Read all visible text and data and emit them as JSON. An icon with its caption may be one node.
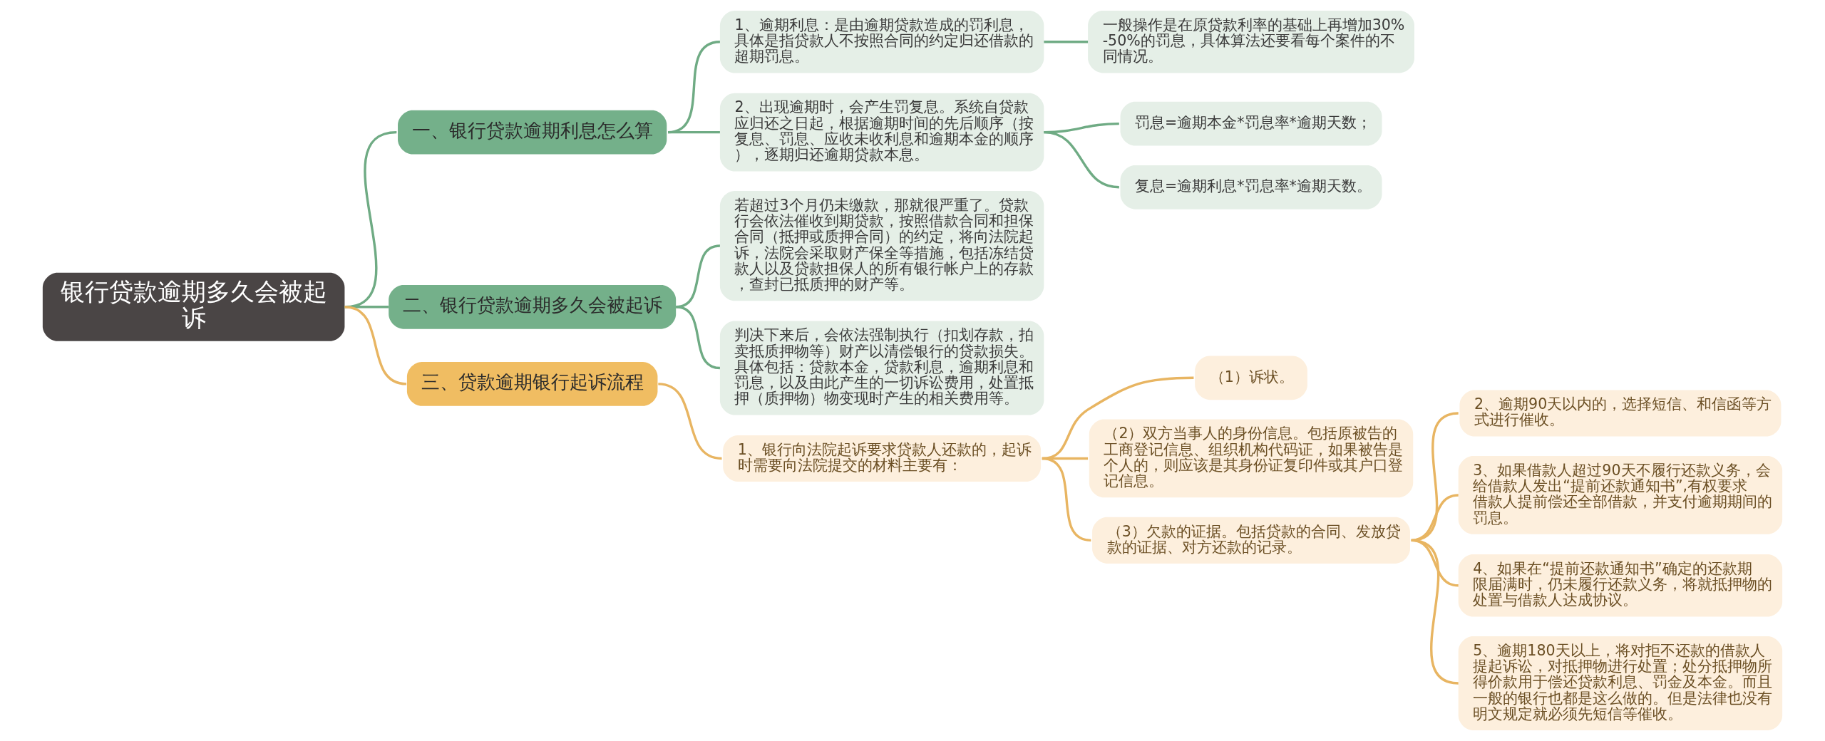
{
  "diagram": {
    "nodes": [
      {
        "text": [
          "银行贷款逾期多久会被起诉"
        ]
      },
      {
        "text": [
          "一、银行贷款逾期利息怎么算"
        ]
      },
      {
        "text": [
          "1、逾期利息：是由逾期贷款造成的罚利息，具体是指贷款人不按照合同的约定归还借款的超期罚息。"
        ]
      },
      {
        "text": [
          "一般操作是在原贷款利率的基础上再增加30%-50%的罚息，具体算法还要看每个案件的不同情况。"
        ]
      },
      {
        "text": [
          "2、出现逾期时，会产生罚复息。系统自贷款应归还之日起，根据逾期时间的先后顺序（按复息、罚息、应收未收利息和逾期本金的顺序），逐期归还逾期贷款本息。"
        ]
      },
      {
        "text": [
          "罚息=逾期本金*罚息率*逾期天数；"
        ]
      },
      {
        "text": [
          "复息=逾期利息*罚息率*逾期天数。"
        ]
      },
      {
        "text": [
          "二、银行贷款逾期多久会被起诉"
        ]
      },
      {
        "text": [
          "若超过3个月仍未缴款，那就很严重了。贷款行会依法催收到期贷款，按照借款合同和担保合同（抵押或质押合同）的约定，将向法院起诉，法院会采取财产保全等措施，包括冻结贷款人以及贷款担保人的所有银行帐户上的存款，查封已抵质押的财产等。"
        ]
      },
      {
        "text": [
          "判决下来后，会依法强制执行（扣划存款，拍卖抵质押物等）财产以清偿银行的贷款损失。具体包括：贷款本金，贷款利息，逾期利息和罚息，以及由此产生的一切诉讼费用，处置抵押（质押物）物变现时产生的相关费用等。"
        ]
      },
      {
        "text": [
          "三、贷款逾期银行起诉流程"
        ]
      },
      {
        "text": [
          "1、银行向法院起诉要求贷款人还款的，起诉时需要向法院提交的材料主要有："
        ]
      },
      {
        "text": [
          "（1）诉状。"
        ]
      },
      {
        "text": [
          "（2）双方当事人的身份信息。包括原被告的工商登记信息、组织机构代码证，如果被告是个人的，则应该是其身份证复印件或其户口登记信息。"
        ]
      },
      {
        "text": [
          "（3）欠款的证据。包括贷款的合同、发放贷款的证据、对方还款的记录。"
        ]
      },
      {
        "text": [
          "2、逾期90天以内的，选择短信、和信函等方式进行催收。"
        ]
      },
      {
        "text": [
          "3、如果借款人超过90天不履行还款义务，会给借款人发出“提前还款通知书”,有权要求借款人提前偿还全部借款，并支付逾期期间的罚息。"
        ]
      },
      {
        "text": [
          "4、如果在“提前还款通知书”确定的还款期限届满时，仍未履行还款义务，将就抵押物的处置与借款人达成协议。"
        ]
      },
      {
        "text": [
          "5、逾期180天以上，将对拒不还款的借款人提起诉讼，对抵押物进行处置；处分抵押物所得价款用于偿还贷款利息、罚金及本金。而且一般的银行也都是这么做的。但是法律也没有明文规定就必须先短信等催收。"
        ]
      }
    ],
    "edges": [
      {
        "from": 0,
        "to": 1,
        "arrow": "none"
      },
      {
        "from": 1,
        "to": 2,
        "arrow": "none"
      },
      {
        "from": 2,
        "to": 3,
        "arrow": "none"
      },
      {
        "from": 1,
        "to": 4,
        "arrow": "none"
      },
      {
        "from": 4,
        "to": 5,
        "arrow": "none"
      },
      {
        "from": 4,
        "to": 6,
        "arrow": "none"
      },
      {
        "from": 0,
        "to": 7,
        "arrow": "none"
      },
      {
        "from": 7,
        "to": 8,
        "arrow": "none"
      },
      {
        "from": 7,
        "to": 9,
        "arrow": "none"
      },
      {
        "from": 0,
        "to": 10,
        "arrow": "none",
        "color": "#e8b562"
      },
      {
        "from": 10,
        "to": 11,
        "arrow": "none",
        "color": "#e8b562"
      },
      {
        "from": 11,
        "to": 12,
        "arrow": "none",
        "color": "#e8b562"
      },
      {
        "from": 11,
        "to": 13,
        "arrow": "none",
        "color": "#e8b562"
      },
      {
        "from": 11,
        "to": 14,
        "arrow": "none",
        "color": "#e8b562"
      },
      {
        "from": 14,
        "to": 15,
        "arrow": "none",
        "color": "#e8b562"
      },
      {
        "from": 14,
        "to": 16,
        "arrow": "none",
        "color": "#e8b562"
      },
      {
        "from": 14,
        "to": 17,
        "arrow": "none",
        "color": "#e8b562"
      },
      {
        "from": 14,
        "to": 18,
        "arrow": "none",
        "color": "#e8b562"
      }
    ]
  }
}
